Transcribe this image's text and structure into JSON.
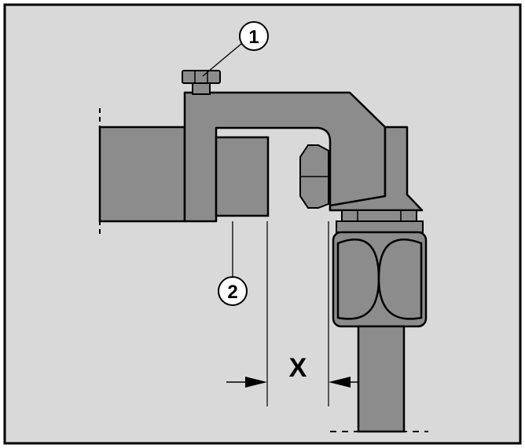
{
  "callouts": [
    {
      "number": "1",
      "target": "adjustment-screw"
    },
    {
      "number": "2",
      "target": "sensor-block"
    }
  ],
  "dimension": {
    "label": "X"
  },
  "colors": {
    "background": "#d9d9d9",
    "part_fill": "#8c8c8c",
    "outline": "#000000",
    "callout_fill": "#ffffff"
  }
}
